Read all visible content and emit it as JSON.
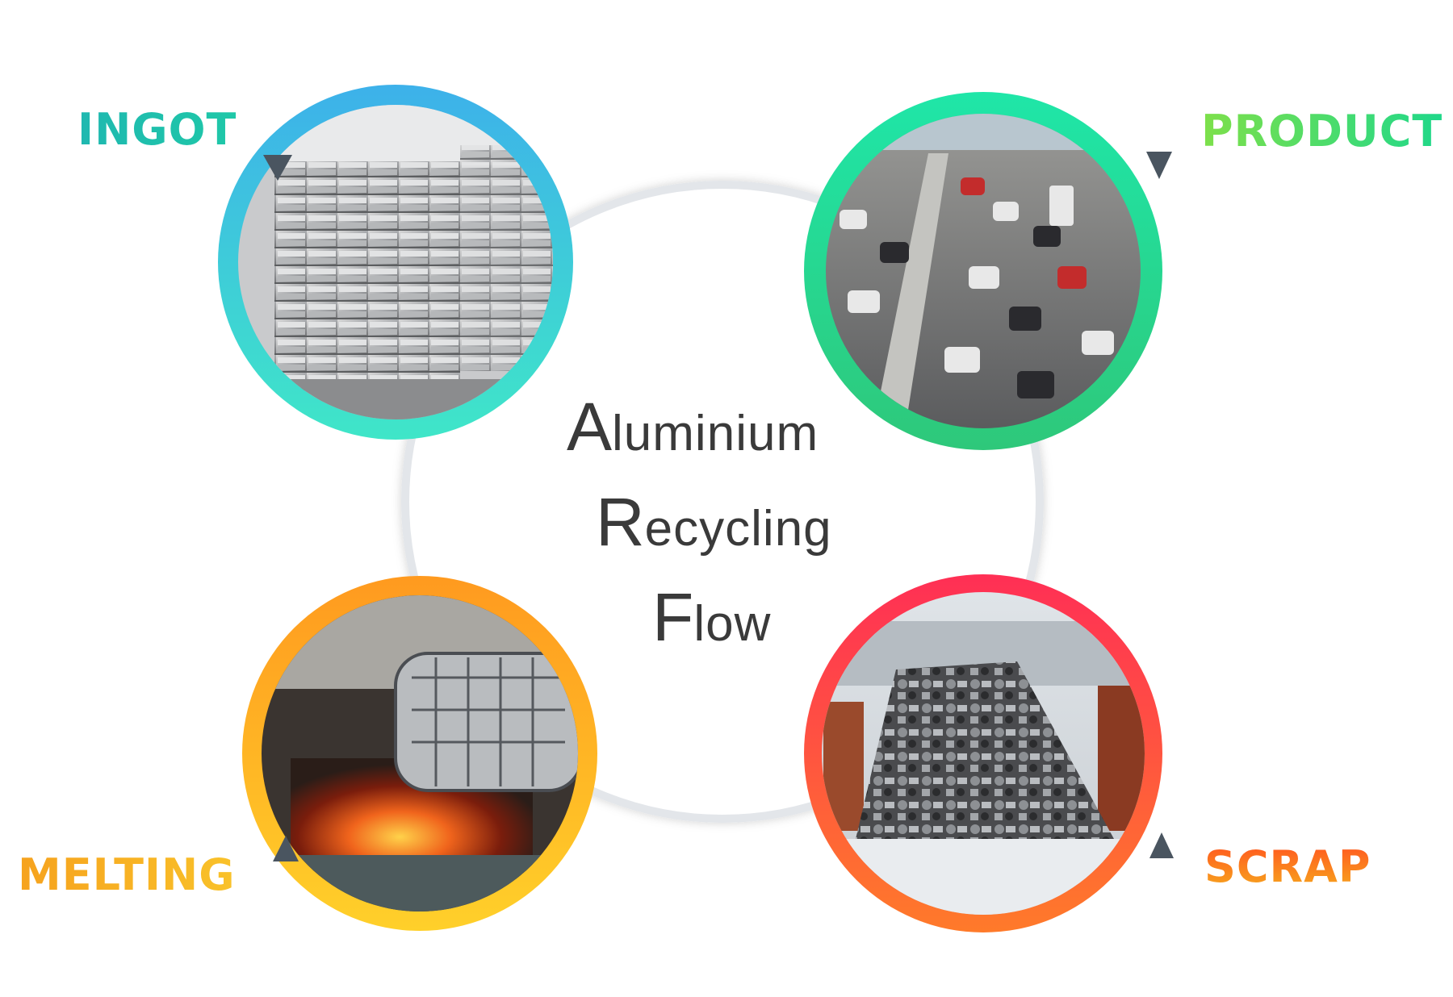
{
  "title": {
    "line1_cap": "A",
    "line1_rest": "luminium",
    "line2_cap": "R",
    "line2_rest": "ecycling",
    "line3_cap": "F",
    "line3_rest": "low"
  },
  "stages": [
    {
      "label": "INGOT",
      "picture": "stacked aluminium ingots in warehouse",
      "ring_colors": [
        "#3db1ea",
        "#3fe6c8"
      ]
    },
    {
      "label": "PRODUCT",
      "picture": "highway traffic of cars",
      "ring_colors": [
        "#1fe6a8",
        "#2ec87a"
      ]
    },
    {
      "label": "SCRAP",
      "picture": "pile of scrap metal",
      "ring_colors": [
        "#ff2f55",
        "#ff7a2a"
      ]
    },
    {
      "label": "MELTING",
      "picture": "molten metal furnace",
      "ring_colors": [
        "#ff9a1f",
        "#ffd02a"
      ]
    }
  ],
  "colors": {
    "center_circle": "#ffffff",
    "center_rim": "#e3e6ea",
    "arrow": "#4a5560",
    "title_text": "#3a3a3a"
  },
  "icons": [
    "triangle-arrow-icon"
  ]
}
